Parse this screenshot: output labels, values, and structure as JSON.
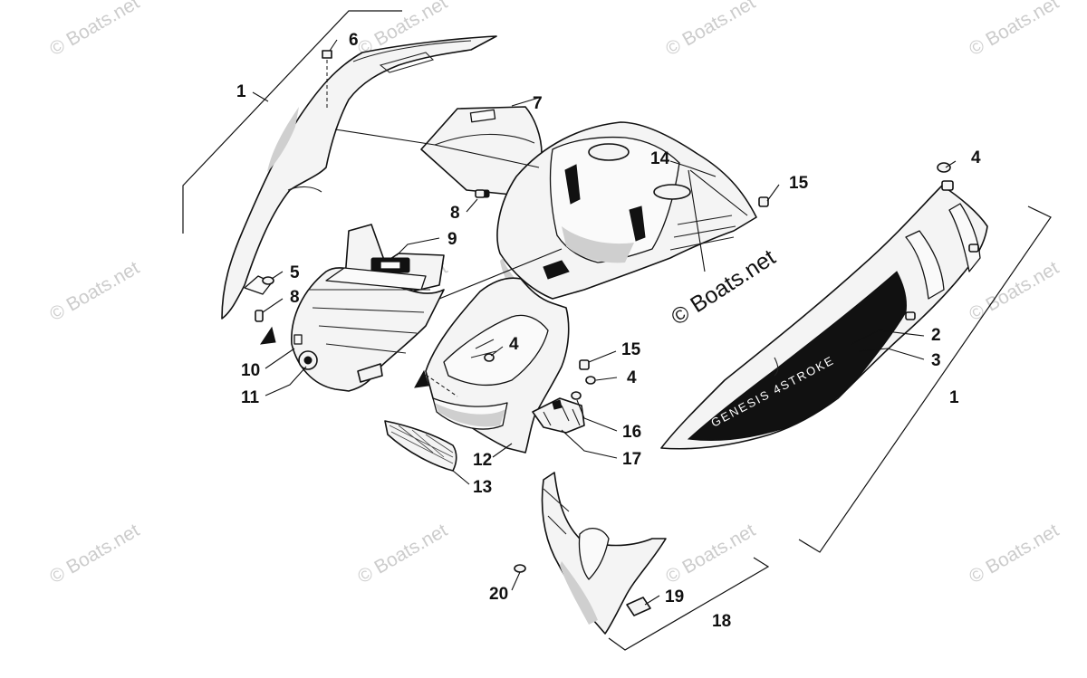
{
  "watermark": {
    "text": "© Boats.net",
    "main_text": "© Boats.net"
  },
  "decal": {
    "text": "GENESIS 4STROKE"
  },
  "callouts": [
    {
      "id": "c1a",
      "label": "1"
    },
    {
      "id": "c6",
      "label": "6"
    },
    {
      "id": "c7",
      "label": "7"
    },
    {
      "id": "c14",
      "label": "14"
    },
    {
      "id": "c15a",
      "label": "15"
    },
    {
      "id": "c4a",
      "label": "4"
    },
    {
      "id": "c8a",
      "label": "8"
    },
    {
      "id": "c9",
      "label": "9"
    },
    {
      "id": "c5",
      "label": "5"
    },
    {
      "id": "c8b",
      "label": "8"
    },
    {
      "id": "c10",
      "label": "10"
    },
    {
      "id": "c11",
      "label": "11"
    },
    {
      "id": "c4b",
      "label": "4"
    },
    {
      "id": "c15b",
      "label": "15"
    },
    {
      "id": "c4c",
      "label": "4"
    },
    {
      "id": "c2",
      "label": "2"
    },
    {
      "id": "c3",
      "label": "3"
    },
    {
      "id": "c1b",
      "label": "1"
    },
    {
      "id": "c16",
      "label": "16"
    },
    {
      "id": "c17",
      "label": "17"
    },
    {
      "id": "c12",
      "label": "12"
    },
    {
      "id": "c13",
      "label": "13"
    },
    {
      "id": "c20",
      "label": "20"
    },
    {
      "id": "c19",
      "label": "19"
    },
    {
      "id": "c18",
      "label": "18"
    }
  ]
}
